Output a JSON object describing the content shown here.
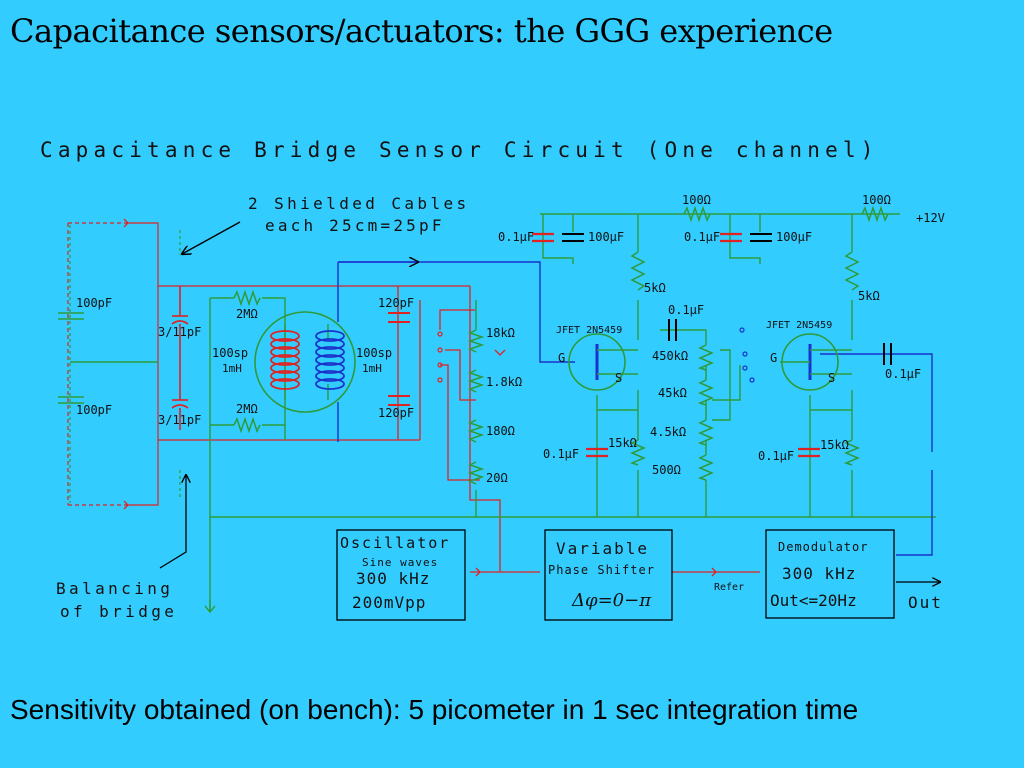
{
  "slide": {
    "title": "Capacitance sensors/actuators: the GGG experience",
    "footer": "Sensitivity obtained (on bench): 5 picometer in 1 sec integration time"
  },
  "colors": {
    "background": "#33ccff",
    "wire_green": "#2e9b3a",
    "wire_red": "#e02222",
    "wire_blue": "#1a33cc"
  },
  "diagram": {
    "heading": "Capacitance Bridge Sensor Circuit (One channel)",
    "cables_note": [
      "2 Shielded Cables",
      "each 25cm=25pF"
    ],
    "balancing_note": [
      "Balancing",
      "of bridge"
    ],
    "left_caps": [
      "100pF",
      "100pF"
    ],
    "trimmers": [
      "3/11pF",
      "3/11pF"
    ],
    "bridge": {
      "r_top": "2MΩ",
      "r_bottom": "2MΩ",
      "l_left": [
        "100sp",
        "1mH"
      ],
      "l_right": [
        "100sp",
        "1mH"
      ],
      "c_top": "120pF",
      "c_bottom": "120pF"
    },
    "divider": [
      "18kΩ",
      "1.8kΩ",
      "180Ω",
      "20Ω"
    ],
    "supply": {
      "c1": "0.1μF",
      "c2": "100μF",
      "r1": "100Ω",
      "c3": "0.1μF",
      "c4": "100μF",
      "r2": "100Ω",
      "vplus": "+12V"
    },
    "jfet1": {
      "label": "JFET 2N5459",
      "g": "G",
      "s": "S",
      "r_drain": "5kΩ",
      "c_source": "0.1μF",
      "r_source": "15kΩ"
    },
    "jfet2": {
      "label": "JFET 2N5459",
      "g": "G",
      "s": "S",
      "r_drain": "5kΩ",
      "c_source": "0.1μF",
      "r_source": "15kΩ"
    },
    "coupling_c": "0.1μF",
    "output_c": "0.1μF",
    "pot_chain": [
      "450kΩ",
      "45kΩ",
      "4.5kΩ",
      "500Ω"
    ],
    "oscillator": [
      "Oscillator",
      "Sine waves",
      "300 kHz",
      "200mVpp"
    ],
    "phase_shifter": [
      "Variable",
      "Phase Shifter",
      "Δφ=0−π"
    ],
    "refer": "Refer",
    "demodulator": [
      "Demodulator",
      "300 kHz",
      "Out<=20Hz"
    ],
    "out": "Out"
  }
}
